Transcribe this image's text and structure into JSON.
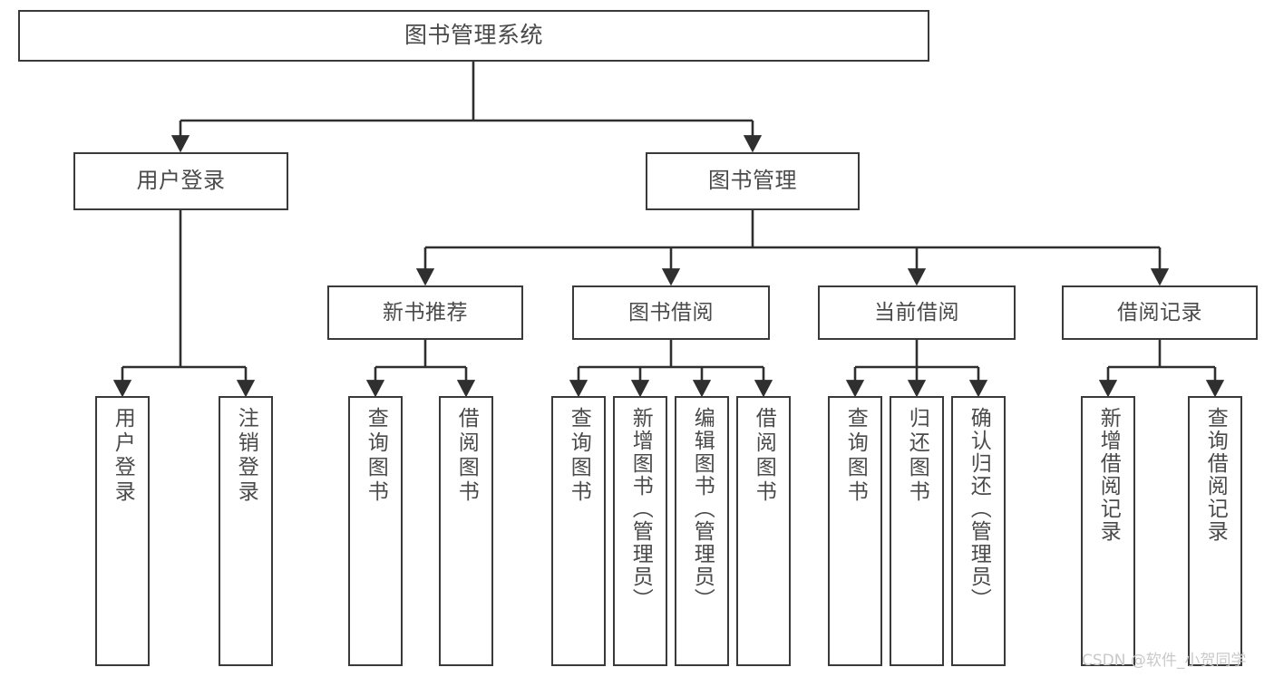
{
  "diagram": {
    "type": "tree-hierarchy",
    "title": "图书管理系统",
    "orientation": "top-down",
    "edge_style": "orthogonal-arrow",
    "colors": {
      "background": "#ffffff",
      "node_fill": "#ffffff",
      "node_border": "#3a3a3a",
      "text": "#4a4a4a",
      "edge": "#2f2f2f",
      "watermark": "#c9c9c9"
    },
    "root": {
      "label": "图书管理系统"
    },
    "level1": [
      {
        "id": "user-login",
        "label": "用户登录"
      },
      {
        "id": "book-manage",
        "label": "图书管理"
      }
    ],
    "level2": [
      {
        "id": "new-book-recommend",
        "label": "新书推荐",
        "parent": "book-manage"
      },
      {
        "id": "book-borrow",
        "label": "图书借阅",
        "parent": "book-manage"
      },
      {
        "id": "current-borrow",
        "label": "当前借阅",
        "parent": "book-manage"
      },
      {
        "id": "borrow-record",
        "label": "借阅记录",
        "parent": "book-manage"
      }
    ],
    "leaves": [
      {
        "id": "leaf-user-login",
        "label": "用户登录",
        "parent": "user-login"
      },
      {
        "id": "leaf-user-logout",
        "label": "注销登录",
        "parent": "user-login"
      },
      {
        "id": "leaf-query-book-1",
        "label": "查询图书",
        "parent": "new-book-recommend"
      },
      {
        "id": "leaf-borrow-book-1",
        "label": "借阅图书",
        "parent": "new-book-recommend"
      },
      {
        "id": "leaf-query-book-2",
        "label": "查询图书",
        "parent": "book-borrow"
      },
      {
        "id": "leaf-add-book",
        "label": "新增图书（管理员）",
        "parent": "book-borrow"
      },
      {
        "id": "leaf-edit-book",
        "label": "编辑图书（管理员）",
        "parent": "book-borrow"
      },
      {
        "id": "leaf-borrow-book-2",
        "label": "借阅图书",
        "parent": "book-borrow"
      },
      {
        "id": "leaf-query-book-3",
        "label": "查询图书",
        "parent": "current-borrow"
      },
      {
        "id": "leaf-return-book",
        "label": "归还图书",
        "parent": "current-borrow"
      },
      {
        "id": "leaf-confirm-return",
        "label": "确认归还（管理员）",
        "parent": "current-borrow"
      },
      {
        "id": "leaf-add-record",
        "label": "新增借阅记录",
        "parent": "borrow-record"
      },
      {
        "id": "leaf-query-record",
        "label": "查询借阅记录",
        "parent": "borrow-record"
      }
    ],
    "watermark": "CSDN @软件_小贺同学"
  }
}
